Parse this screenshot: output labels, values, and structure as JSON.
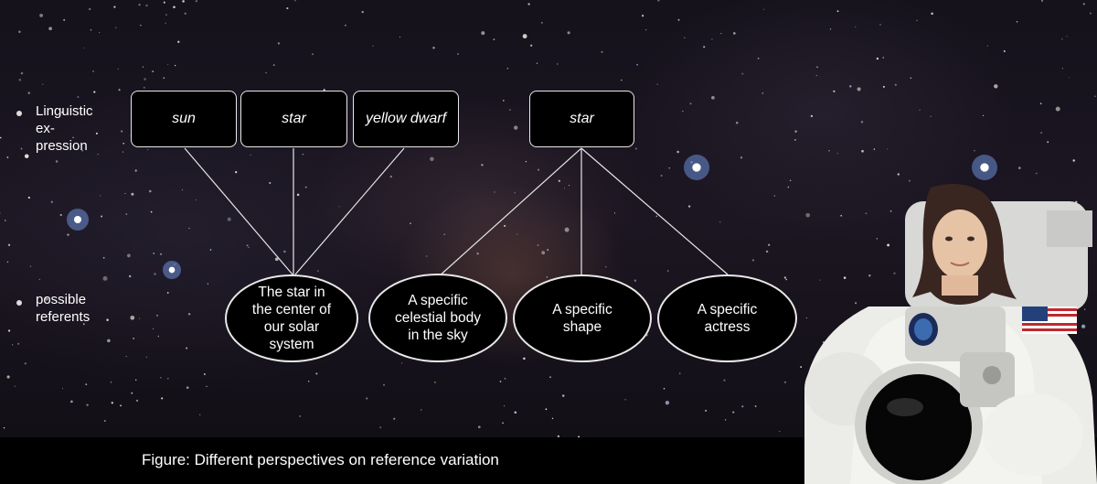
{
  "diagram": {
    "row_labels": {
      "expression": "Linguistic\nex-\npression",
      "referents": "possible\nreferents"
    },
    "expressions": [
      "sun",
      "star",
      "yellow dwarf",
      "star"
    ],
    "referents": [
      "The star in the center of our solar system",
      "A specific celestial body in the sky",
      "A specific shape",
      "A specific actress"
    ]
  },
  "caption": "Figure: Different perspectives on reference variation",
  "colors": {
    "box_border": "#e8e8e8",
    "box_fill": "#000000",
    "text": "#ffffff"
  }
}
